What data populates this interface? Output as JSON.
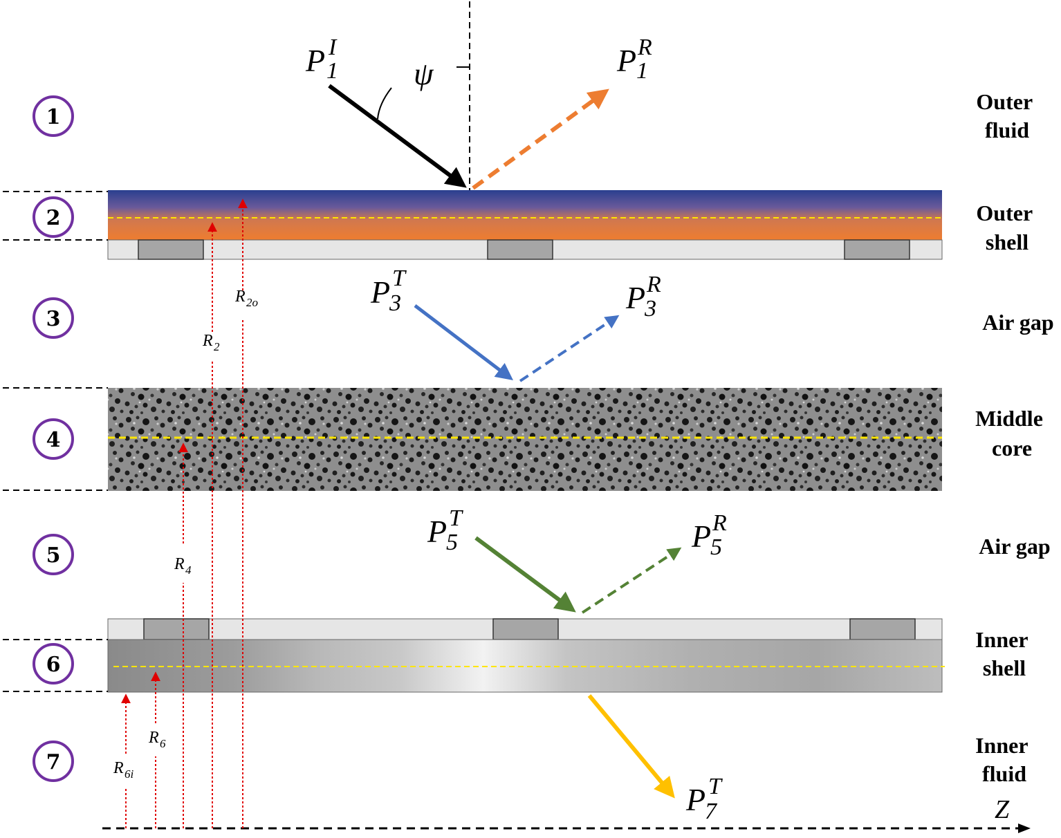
{
  "layers": [
    {
      "number": "1",
      "label_lines": [
        "Outer",
        "fluid"
      ]
    },
    {
      "number": "2",
      "label_lines": [
        "Outer",
        "shell"
      ]
    },
    {
      "number": "3",
      "label_lines": [
        "Air gap"
      ]
    },
    {
      "number": "4",
      "label_lines": [
        "Middle",
        "core"
      ]
    },
    {
      "number": "5",
      "label_lines": [
        "Air gap"
      ]
    },
    {
      "number": "6",
      "label_lines": [
        "Inner",
        "shell"
      ]
    },
    {
      "number": "7",
      "label_lines": [
        "Inner",
        "fluid"
      ]
    }
  ],
  "waves": {
    "p1i": {
      "base": "P",
      "sup": "I",
      "sub": "1"
    },
    "p1r": {
      "base": "P",
      "sup": "R",
      "sub": "1"
    },
    "p3t": {
      "base": "P",
      "sup": "T",
      "sub": "3"
    },
    "p3r": {
      "base": "P",
      "sup": "R",
      "sub": "3"
    },
    "p5t": {
      "base": "P",
      "sup": "T",
      "sub": "5"
    },
    "p5r": {
      "base": "P",
      "sup": "R",
      "sub": "5"
    },
    "p7t": {
      "base": "P",
      "sup": "T",
      "sub": "7"
    }
  },
  "angle_symbol": "ψ",
  "radii": [
    {
      "base": "R",
      "sub": "2o"
    },
    {
      "base": "R",
      "sub": "2"
    },
    {
      "base": "R",
      "sub": "4"
    },
    {
      "base": "R",
      "sub": "6"
    },
    {
      "base": "R",
      "sub": "6i"
    }
  ],
  "axis_label": "Z",
  "colors": {
    "layer_number_circle": "#7030a0",
    "incident": "#000000",
    "reflected_outer": "#ed7d31",
    "air_gap_1": "#4472c4",
    "air_gap_2": "#548235",
    "transmitted_inner": "#ffc000",
    "radius_lines": "#e00000",
    "mid_planes": "#ffe600",
    "outer_shell_top": "#2a3f8f",
    "outer_shell_bottom": "#ef7d2f"
  }
}
